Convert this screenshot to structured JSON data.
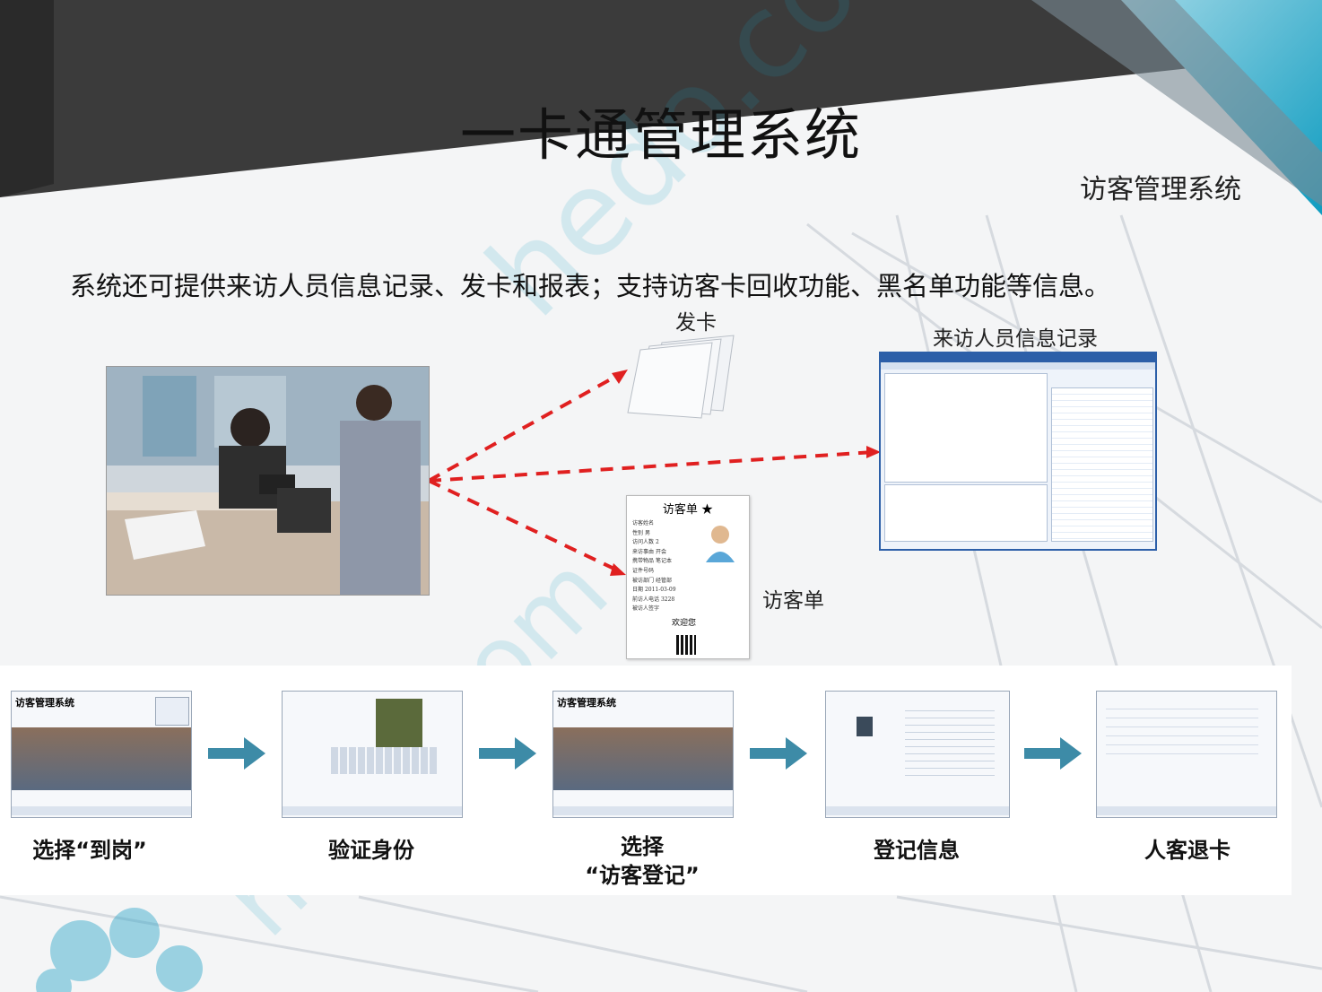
{
  "slide": {
    "title": "一卡通管理系统",
    "subtitle": "访客管理系统",
    "description": "系统还可提供来访人员信息记录、发卡和报表；支持访客卡回收功能、黑名单功能等信息。"
  },
  "diagram": {
    "card_label": "发卡",
    "record_label": "来访人员信息记录",
    "form_label": "访客单",
    "form_heading": "访客单 ★",
    "form_welcome": "欢迎您",
    "form_rows": [
      [
        "访客姓名",
        ""
      ],
      [
        "性别",
        "男"
      ],
      [
        "访问人数",
        "2"
      ],
      [
        "来访事由",
        "开会"
      ],
      [
        "携带物品",
        "笔记本"
      ],
      [
        "证件号码",
        ""
      ],
      [
        "被访部门",
        "经管部"
      ],
      [
        "日期",
        "2011-03-09"
      ],
      [
        "前访人电话",
        "3228"
      ],
      [
        "被访人签字",
        ""
      ]
    ]
  },
  "steps": [
    {
      "label": "选择“到岗”",
      "screen_title": "访客管理系统"
    },
    {
      "label": "验证身份"
    },
    {
      "label": "选择\n“访客登记”",
      "screen_title": "访客管理系统"
    },
    {
      "label": "登记信息"
    },
    {
      "label": "人客退卡"
    }
  ],
  "colors": {
    "accent_arrow": "#e02020",
    "flow_arrow": "#3d8ba7",
    "app_border": "#2c5fa8",
    "header_dark": "#3a3a3a",
    "header_teal": "#1fa6c6"
  }
}
